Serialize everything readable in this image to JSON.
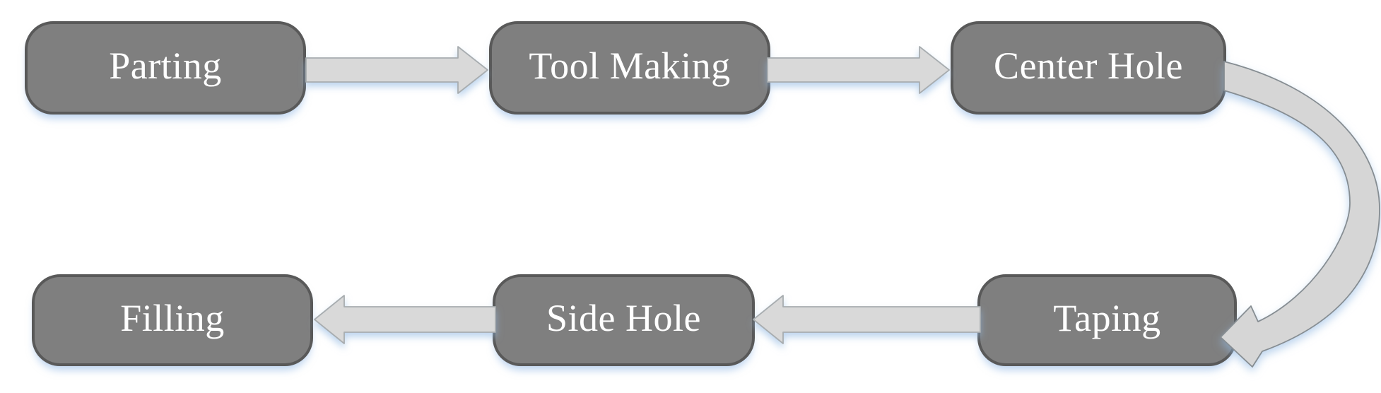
{
  "diagram": {
    "type": "process-flowchart",
    "background": "#ffffff",
    "nodes": [
      {
        "id": "parting",
        "label": "Parting",
        "row": 1,
        "col": 1
      },
      {
        "id": "tool-making",
        "label": "Tool Making",
        "row": 1,
        "col": 2
      },
      {
        "id": "center-hole",
        "label": "Center Hole",
        "row": 1,
        "col": 3
      },
      {
        "id": "taping",
        "label": "Taping",
        "row": 2,
        "col": 3
      },
      {
        "id": "side-hole",
        "label": "Side Hole",
        "row": 2,
        "col": 2
      },
      {
        "id": "filling",
        "label": "Filling",
        "row": 2,
        "col": 1
      }
    ],
    "edges": [
      {
        "from": "Parting",
        "to": "Tool Making",
        "style": "straight",
        "direction": "right"
      },
      {
        "from": "Tool Making",
        "to": "Center Hole",
        "style": "straight",
        "direction": "right"
      },
      {
        "from": "Center Hole",
        "to": "Taping",
        "style": "curved",
        "direction": "down-left"
      },
      {
        "from": "Taping",
        "to": "Side Hole",
        "style": "straight",
        "direction": "left"
      },
      {
        "from": "Side Hole",
        "to": "Filling",
        "style": "straight",
        "direction": "left"
      }
    ],
    "colors": {
      "node_fill": "#7f7f7f",
      "node_border": "#595959",
      "node_text": "#ffffff",
      "arrow_fill": "#d9d9d9",
      "arrow_stroke": "#a6a6a6",
      "glow": "#cfe2f3"
    }
  }
}
